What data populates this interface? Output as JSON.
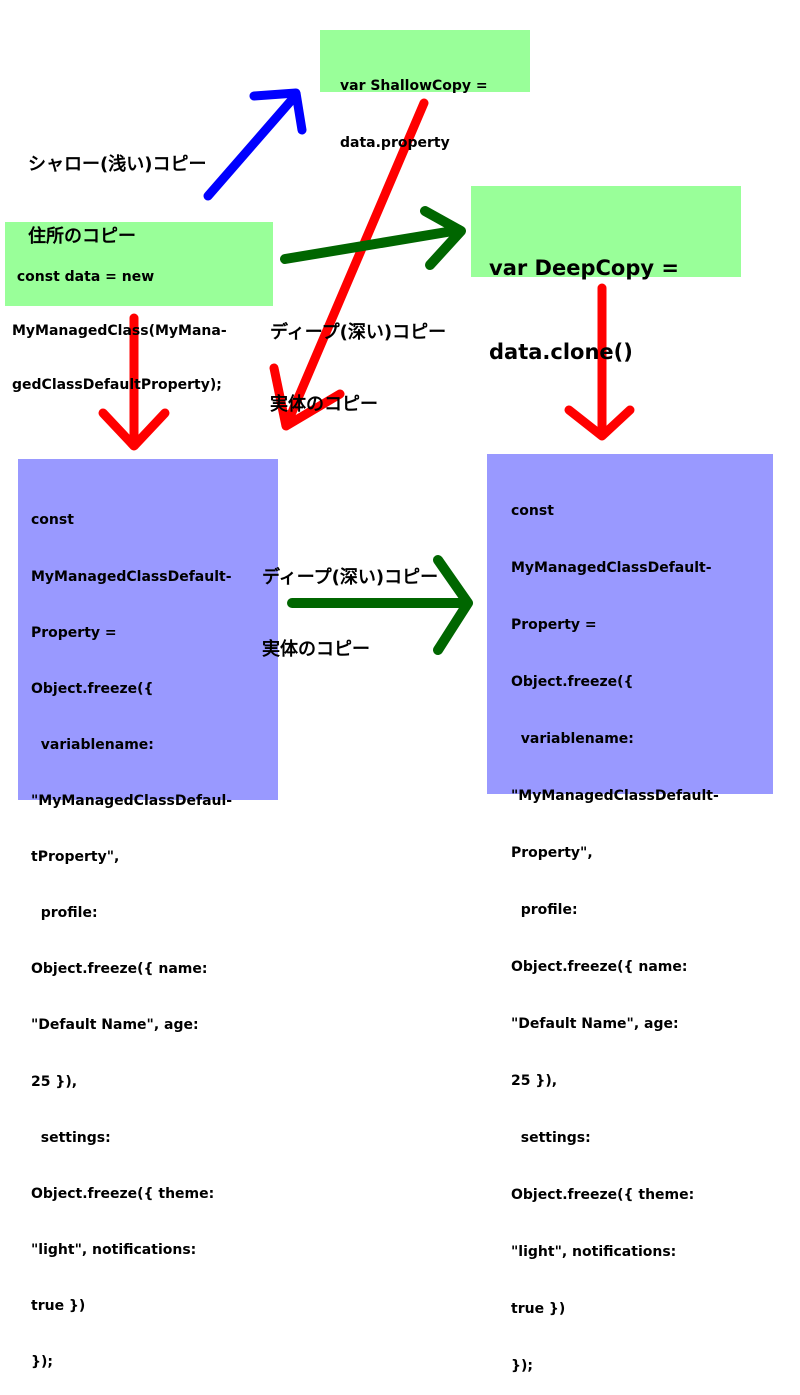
{
  "boxes": {
    "shallow_copy": [
      "var ShallowCopy =",
      "data.property"
    ],
    "deep_copy": [
      "var DeepCopy =",
      "data.clone()"
    ],
    "data_decl": [
      " const data = new",
      "MyManagedClass(MyMana-",
      "gedClassDefaultProperty);"
    ],
    "default_property_left": [
      "const",
      "MyManagedClassDefault-",
      "Property =",
      "Object.freeze({",
      "  variablename:",
      "\"MyManagedClassDefaul-",
      "tProperty\",",
      "  profile:",
      "Object.freeze({ name:",
      "\"Default Name\", age:",
      "25 }),",
      "  settings:",
      "Object.freeze({ theme:",
      "\"light\", notifications:",
      "true })",
      "});"
    ],
    "default_property_right": [
      "const",
      "MyManagedClassDefault-",
      "Property =",
      "Object.freeze({",
      "  variablename:",
      "\"MyManagedClassDefault-",
      "Property\",",
      "  profile:",
      "Object.freeze({ name:",
      "\"Default Name\", age:",
      "25 }),",
      "  settings:",
      "Object.freeze({ theme:",
      "\"light\", notifications:",
      "true })",
      "});"
    ]
  },
  "labels": {
    "shallow": [
      "シャロー(浅い)コピー",
      "住所のコピー"
    ],
    "deep_top": [
      "ディープ(深い)コピー",
      "実体のコピー"
    ],
    "deep_bottom": [
      "ディープ(深い)コピー",
      "実体のコピー"
    ]
  },
  "colors": {
    "green_box": "#99ff99",
    "purple_box": "#9999ff",
    "red_arrow": "#ff0000",
    "blue_arrow": "#0000ff",
    "green_arrow": "#006600"
  }
}
